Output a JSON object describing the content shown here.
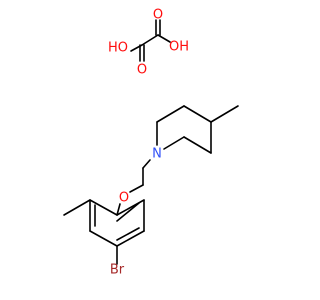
{
  "colors": {
    "background": "#ffffff",
    "bond": "#000000",
    "oxygen": "#ff0d0d",
    "nitrogen": "#3050f8",
    "bromine": "#a62929"
  },
  "atoms": {
    "ho_left": "HO",
    "oh_right": "OH",
    "o_carbonyl_1": "O",
    "o_carbonyl_2": "O",
    "n_piperidine": "N",
    "o_ether": "O",
    "br": "Br"
  }
}
